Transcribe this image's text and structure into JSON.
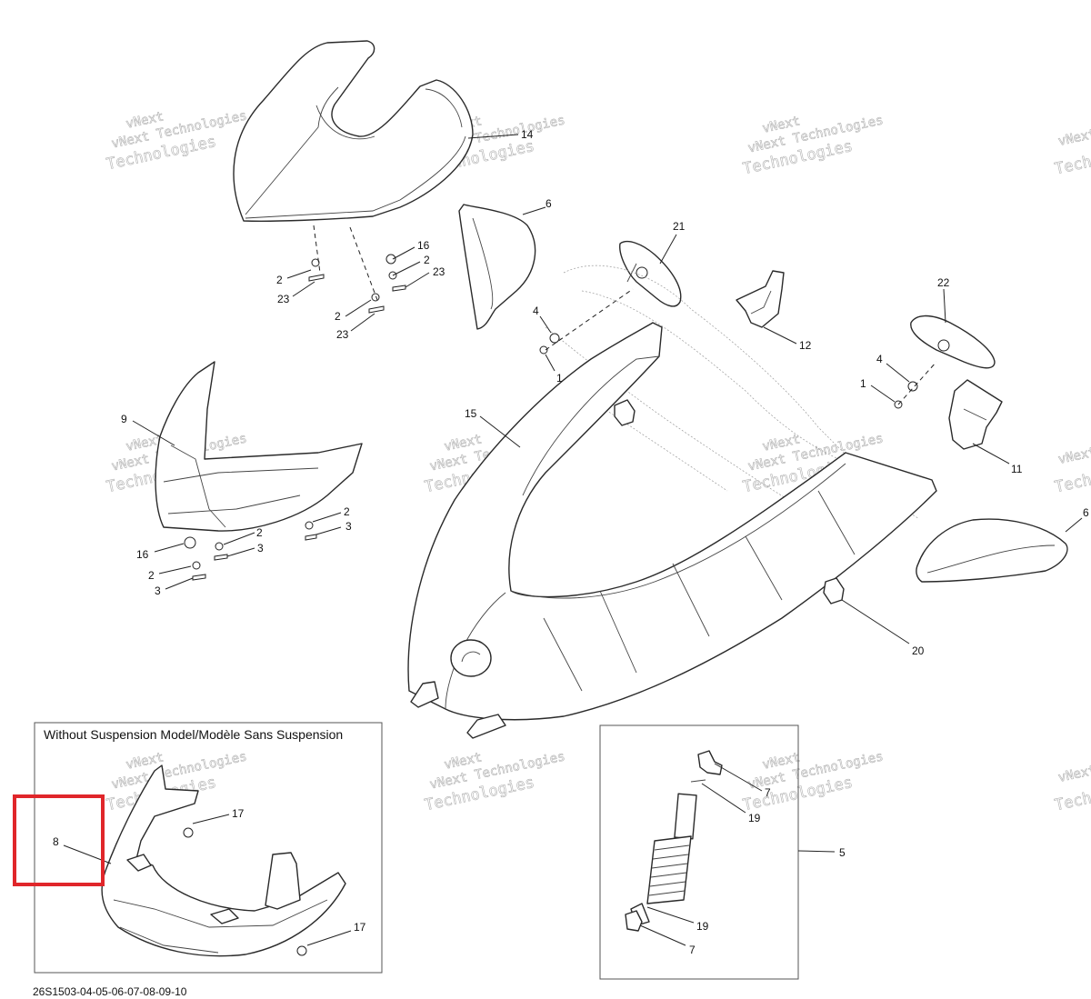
{
  "callouts": {
    "c14": "14",
    "c6a": "6",
    "c21": "21",
    "c12": "12",
    "c22": "22",
    "c16a": "16",
    "c2a": "2",
    "c23a": "23",
    "c2b": "2",
    "c23b": "23",
    "c2c": "2",
    "c23c": "23",
    "c4a": "4",
    "c1a": "1",
    "c4b": "4",
    "c1b": "1",
    "c11": "11",
    "c15": "15",
    "c9": "9",
    "c2d": "2",
    "c3a": "3",
    "c2e": "2",
    "c3b": "3",
    "c16b": "16",
    "c2f": "2",
    "c3c": "3",
    "c6b": "6",
    "c20": "20",
    "c8": "8",
    "c17a": "17",
    "c17b": "17",
    "c7a": "7",
    "c19a": "19",
    "c5": "5",
    "c19b": "19",
    "c7b": "7"
  },
  "inset": {
    "title": "Without Suspension Model/Modèle Sans Suspension"
  },
  "reference": "26S1503-04-05-06-07-08-09-10",
  "watermark": {
    "line1": "vNext",
    "line2": "vNext Technologies",
    "line3": "Technologies"
  }
}
